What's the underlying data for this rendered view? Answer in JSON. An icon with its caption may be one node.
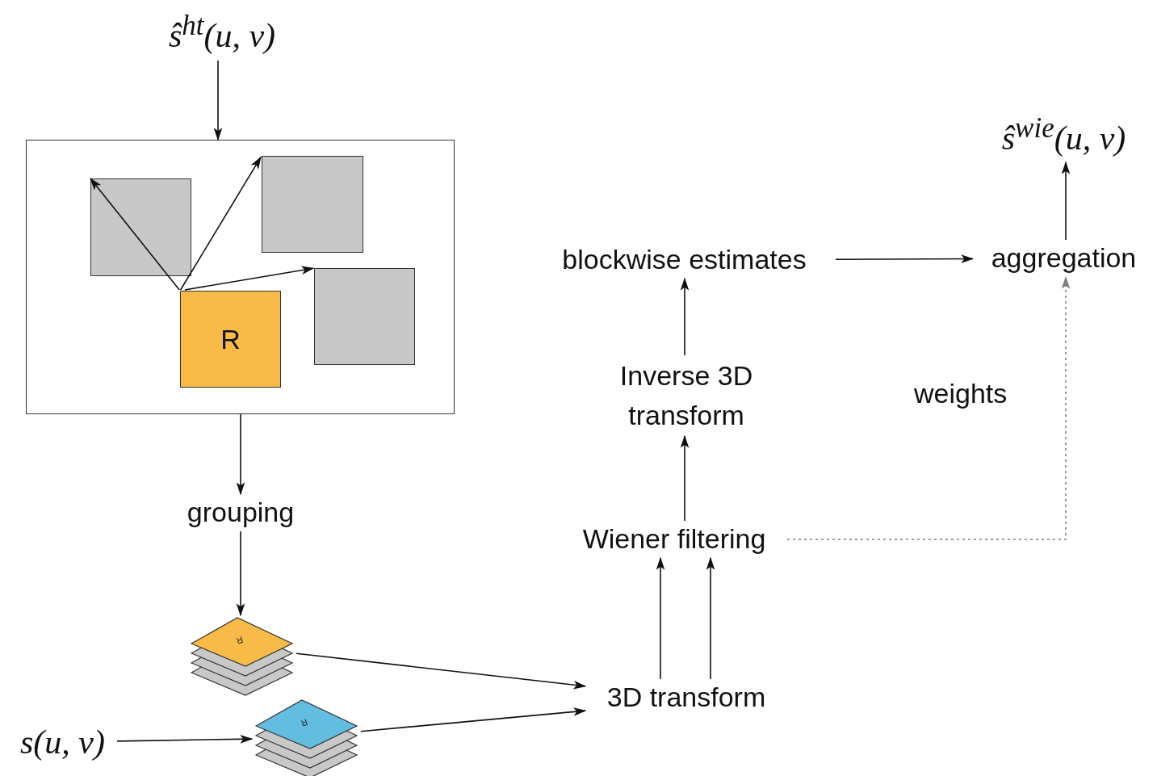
{
  "diagram": {
    "nodes": [
      {
        "text": [
          "ŝ$^{ht}$(u, v)"
        ]
      },
      {
        "text": [],
        "shape": "box"
      },
      {
        "text": [],
        "shape": "box",
        "in": 1
      },
      {
        "text": [],
        "shape": "box",
        "in": 1
      },
      {
        "text": [],
        "shape": "box",
        "in": 1
      },
      {
        "text": [
          "R"
        ],
        "in": 1
      },
      {
        "text": [
          "grouping"
        ]
      },
      {
        "text": [
          "R"
        ]
      },
      {
        "text": [
          "s(u, v)"
        ]
      },
      {
        "text": [
          "R"
        ]
      },
      {
        "text": [
          "3D transform"
        ]
      },
      {
        "text": [
          "Wiener filtering"
        ]
      },
      {
        "text": [
          "Inverse 3D transform"
        ]
      },
      {
        "text": [
          "blockwise estimates"
        ]
      },
      {
        "text": [
          "aggregation"
        ]
      },
      {
        "text": [
          "ŝ$^{wie}$(u, v)"
        ]
      }
    ],
    "edges": [
      {
        "from": 0,
        "to": 1,
        "arrow": "to"
      },
      {
        "from": 5,
        "to": 2,
        "arrow": "to"
      },
      {
        "from": 5,
        "to": 3,
        "arrow": "to"
      },
      {
        "from": 5,
        "to": 4,
        "arrow": "to"
      },
      {
        "from": 1,
        "to": 6,
        "arrow": "to"
      },
      {
        "from": 6,
        "to": 7,
        "arrow": "to"
      },
      {
        "from": 8,
        "to": 9,
        "arrow": "to"
      },
      {
        "from": 7,
        "to": 10,
        "arrow": "to"
      },
      {
        "from": 9,
        "to": 10,
        "arrow": "to"
      },
      {
        "from": 10,
        "to": 11,
        "arrow": "to"
      },
      {
        "from": 10,
        "to": 11,
        "arrow": "to"
      },
      {
        "from": 11,
        "to": 12,
        "arrow": "to"
      },
      {
        "from": 12,
        "to": 13,
        "arrow": "to"
      },
      {
        "from": 13,
        "to": 14,
        "arrow": "to"
      },
      {
        "from": 14,
        "to": 15,
        "arrow": "to"
      },
      {
        "from": 11,
        "to": 14,
        "arrow": "to",
        "style": "dashed",
        "color": "#808080"
      }
    ],
    "labels": [
      "weights"
    ]
  }
}
